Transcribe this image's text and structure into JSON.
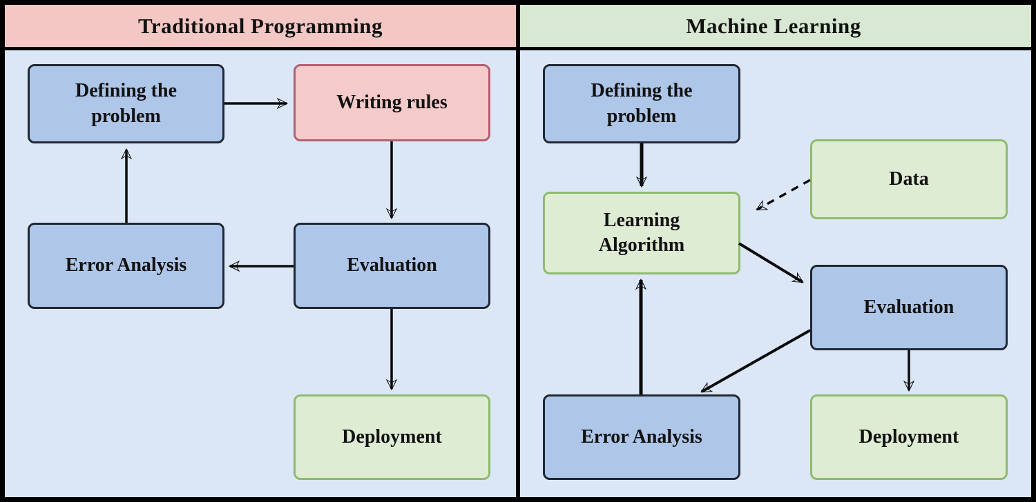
{
  "colors": {
    "panel_bg": "#dbe7f7",
    "header_pink": "#f3c7c4",
    "header_green": "#d8e8d2",
    "box_blue_fill": "#aec6e8",
    "box_blue_border": "#1f2733",
    "box_pink_fill": "#f5caca",
    "box_pink_border": "#b2606e",
    "box_green_fill": "#dfecd4",
    "box_green_border": "#8fba6e",
    "frame": "#000000",
    "arrow": "#0a0a0a",
    "text": "#111111"
  },
  "left": {
    "title": "Traditional Programming",
    "boxes": {
      "defining": "Defining the problem",
      "writing_rules": "Writing rules",
      "error_analysis": "Error Analysis",
      "evaluation": "Evaluation",
      "deployment": "Deployment"
    }
  },
  "right": {
    "title": "Machine Learning",
    "boxes": {
      "defining": "Defining the problem",
      "data": "Data",
      "learning_algorithm": "Learning Algorithm",
      "evaluation": "Evaluation",
      "error_analysis": "Error Analysis",
      "deployment": "Deployment"
    }
  }
}
